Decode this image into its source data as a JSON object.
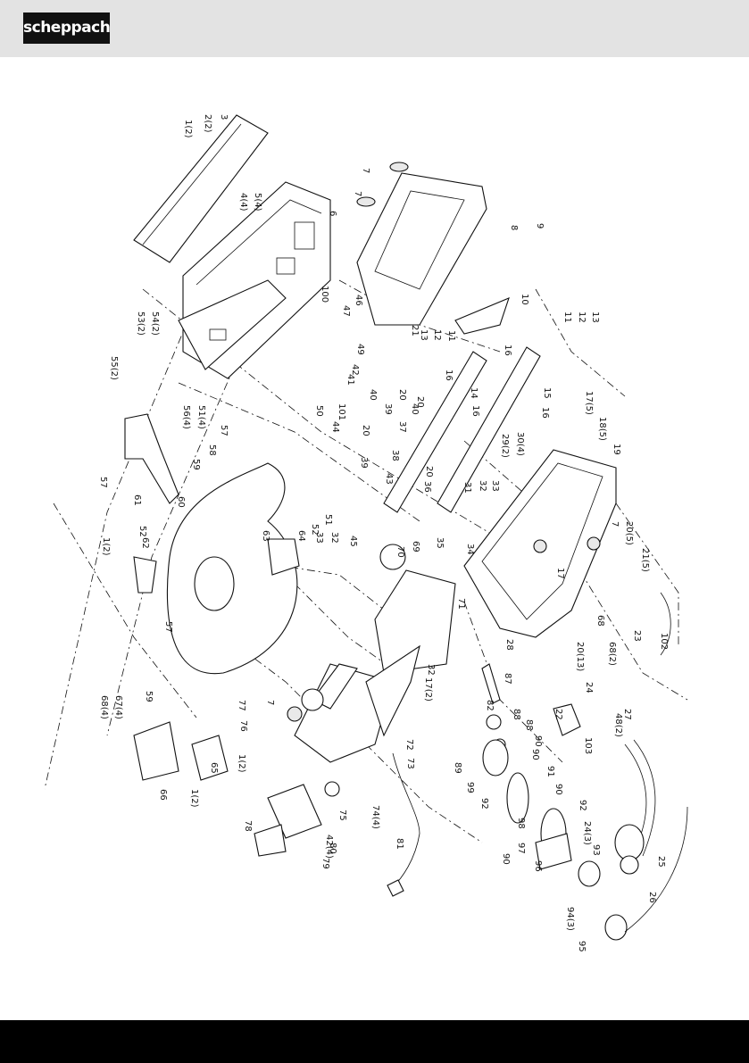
{
  "brand": {
    "logo_text": "scheppach"
  },
  "labels": [
    {
      "text": "1(2)"
    },
    {
      "text": "2(2)"
    },
    {
      "text": "3"
    },
    {
      "text": "4(4)"
    },
    {
      "text": "5(4)"
    },
    {
      "text": "6"
    },
    {
      "text": "7"
    },
    {
      "text": "7"
    },
    {
      "text": "8"
    },
    {
      "text": "9"
    },
    {
      "text": "10"
    },
    {
      "text": "11"
    },
    {
      "text": "11"
    },
    {
      "text": "12"
    },
    {
      "text": "12"
    },
    {
      "text": "13"
    },
    {
      "text": "13"
    },
    {
      "text": "14"
    },
    {
      "text": "15"
    },
    {
      "text": "16"
    },
    {
      "text": "16"
    },
    {
      "text": "16"
    },
    {
      "text": "16"
    },
    {
      "text": "17(5)"
    },
    {
      "text": "18(5)"
    },
    {
      "text": "19"
    },
    {
      "text": "20"
    },
    {
      "text": "20"
    },
    {
      "text": "20"
    },
    {
      "text": "20"
    },
    {
      "text": "20(5)"
    },
    {
      "text": "20(13)"
    },
    {
      "text": "21"
    },
    {
      "text": "21(5)"
    },
    {
      "text": "22"
    },
    {
      "text": "23"
    },
    {
      "text": "24"
    },
    {
      "text": "24(3)"
    },
    {
      "text": "25"
    },
    {
      "text": "26"
    },
    {
      "text": "27"
    },
    {
      "text": "28"
    },
    {
      "text": "29(2)"
    },
    {
      "text": "30(4)"
    },
    {
      "text": "31"
    },
    {
      "text": "32"
    },
    {
      "text": "32"
    },
    {
      "text": "32"
    },
    {
      "text": "33"
    },
    {
      "text": "33"
    },
    {
      "text": "34"
    },
    {
      "text": "35"
    },
    {
      "text": "36"
    },
    {
      "text": "37"
    },
    {
      "text": "38"
    },
    {
      "text": "39"
    },
    {
      "text": "39"
    },
    {
      "text": "40"
    },
    {
      "text": "40"
    },
    {
      "text": "41"
    },
    {
      "text": "42"
    },
    {
      "text": "42(4)"
    },
    {
      "text": "43"
    },
    {
      "text": "44"
    },
    {
      "text": "45"
    },
    {
      "text": "46"
    },
    {
      "text": "47"
    },
    {
      "text": "48(2)"
    },
    {
      "text": "49"
    },
    {
      "text": "50"
    },
    {
      "text": "51"
    },
    {
      "text": "51(4)"
    },
    {
      "text": "52"
    },
    {
      "text": "52"
    },
    {
      "text": "53(2)"
    },
    {
      "text": "54(2)"
    },
    {
      "text": "55(2)"
    },
    {
      "text": "56(4)"
    },
    {
      "text": "57"
    },
    {
      "text": "57"
    },
    {
      "text": "57"
    },
    {
      "text": "58"
    },
    {
      "text": "59"
    },
    {
      "text": "59"
    },
    {
      "text": "60"
    },
    {
      "text": "61"
    },
    {
      "text": "62"
    },
    {
      "text": "1(2)"
    },
    {
      "text": "63"
    },
    {
      "text": "64"
    },
    {
      "text": "65"
    },
    {
      "text": "66"
    },
    {
      "text": "67(4)"
    },
    {
      "text": "68(4)"
    },
    {
      "text": "68"
    },
    {
      "text": "68(2)"
    },
    {
      "text": "69"
    },
    {
      "text": "70"
    },
    {
      "text": "71"
    },
    {
      "text": "72"
    },
    {
      "text": "73"
    },
    {
      "text": "74(4)"
    },
    {
      "text": "75"
    },
    {
      "text": "76"
    },
    {
      "text": "77"
    },
    {
      "text": "1(2)"
    },
    {
      "text": "78"
    },
    {
      "text": "79"
    },
    {
      "text": "80"
    },
    {
      "text": "81"
    },
    {
      "text": "82"
    },
    {
      "text": "87"
    },
    {
      "text": "88"
    },
    {
      "text": "88"
    },
    {
      "text": "89"
    },
    {
      "text": "90"
    },
    {
      "text": "90"
    },
    {
      "text": "90"
    },
    {
      "text": "90"
    },
    {
      "text": "91"
    },
    {
      "text": "92"
    },
    {
      "text": "92"
    },
    {
      "text": "93"
    },
    {
      "text": "94(3)"
    },
    {
      "text": "95"
    },
    {
      "text": "96"
    },
    {
      "text": "97"
    },
    {
      "text": "98"
    },
    {
      "text": "99"
    },
    {
      "text": "100"
    },
    {
      "text": "101"
    },
    {
      "text": "102"
    },
    {
      "text": "103"
    },
    {
      "text": "17(2)"
    },
    {
      "text": "17"
    },
    {
      "text": "7"
    },
    {
      "text": "7"
    },
    {
      "text": "1(2)"
    },
    {
      "text": "17(2)"
    }
  ]
}
